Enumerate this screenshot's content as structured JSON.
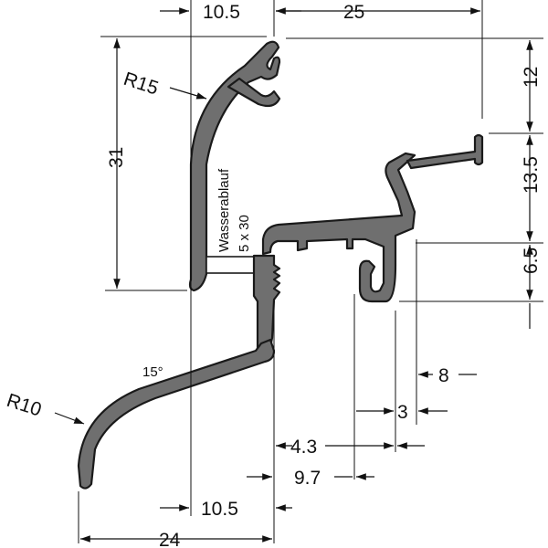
{
  "drawing": {
    "dimensions": {
      "top_left_width": "10.5",
      "top_right_width": "25",
      "radius_top": "R15",
      "radius_bottom": "R10",
      "height_left": "31",
      "right_12": "12",
      "right_13_5": "13.5",
      "right_6_5": "6.5",
      "right_8": "8",
      "right_3": "3",
      "bottom_4_3": "4.3",
      "bottom_9_7": "9.7",
      "bottom_10_5": "10.5",
      "bottom_24": "24",
      "angle": "15°"
    },
    "labels": {
      "drainage_line1": "Wasserablauf",
      "drainage_line2": "5 x 30"
    },
    "colors": {
      "profile_fill": "#6f6f6f",
      "outline": "#1a1a1a",
      "background": "#ffffff"
    }
  }
}
